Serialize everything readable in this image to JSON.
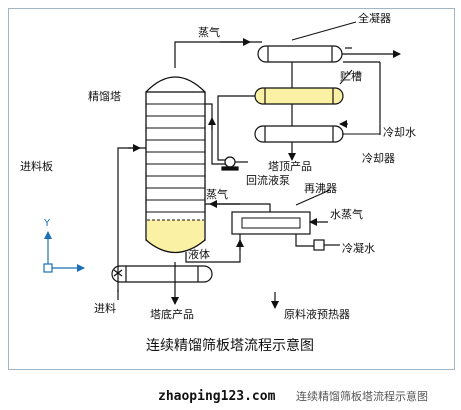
{
  "labels": {
    "vapor_top": "蒸气",
    "total_condenser": "全凝器",
    "rectifying_column": "精馏塔",
    "storage_tank": "贮槽",
    "feed_plate": "进料板",
    "cooling_water": "冷却水",
    "top_product": "塔顶产品",
    "cooler": "冷却器",
    "reflux_pump": "回流液泵",
    "reboiler": "再沸器",
    "vapor_bottom": "蒸气",
    "water_vapor": "水蒸气",
    "liquid": "液体",
    "condensate_water": "冷凝水",
    "feed": "进料",
    "bottom_product": "塔底产品",
    "feed_preheater": "原料液预热器",
    "axis_y": "Y"
  },
  "caption": "连续精馏筛板塔流程示意图",
  "watermark": {
    "site": "zhaoping123.com",
    "text": "连续精馏筛板塔流程示意图"
  }
}
